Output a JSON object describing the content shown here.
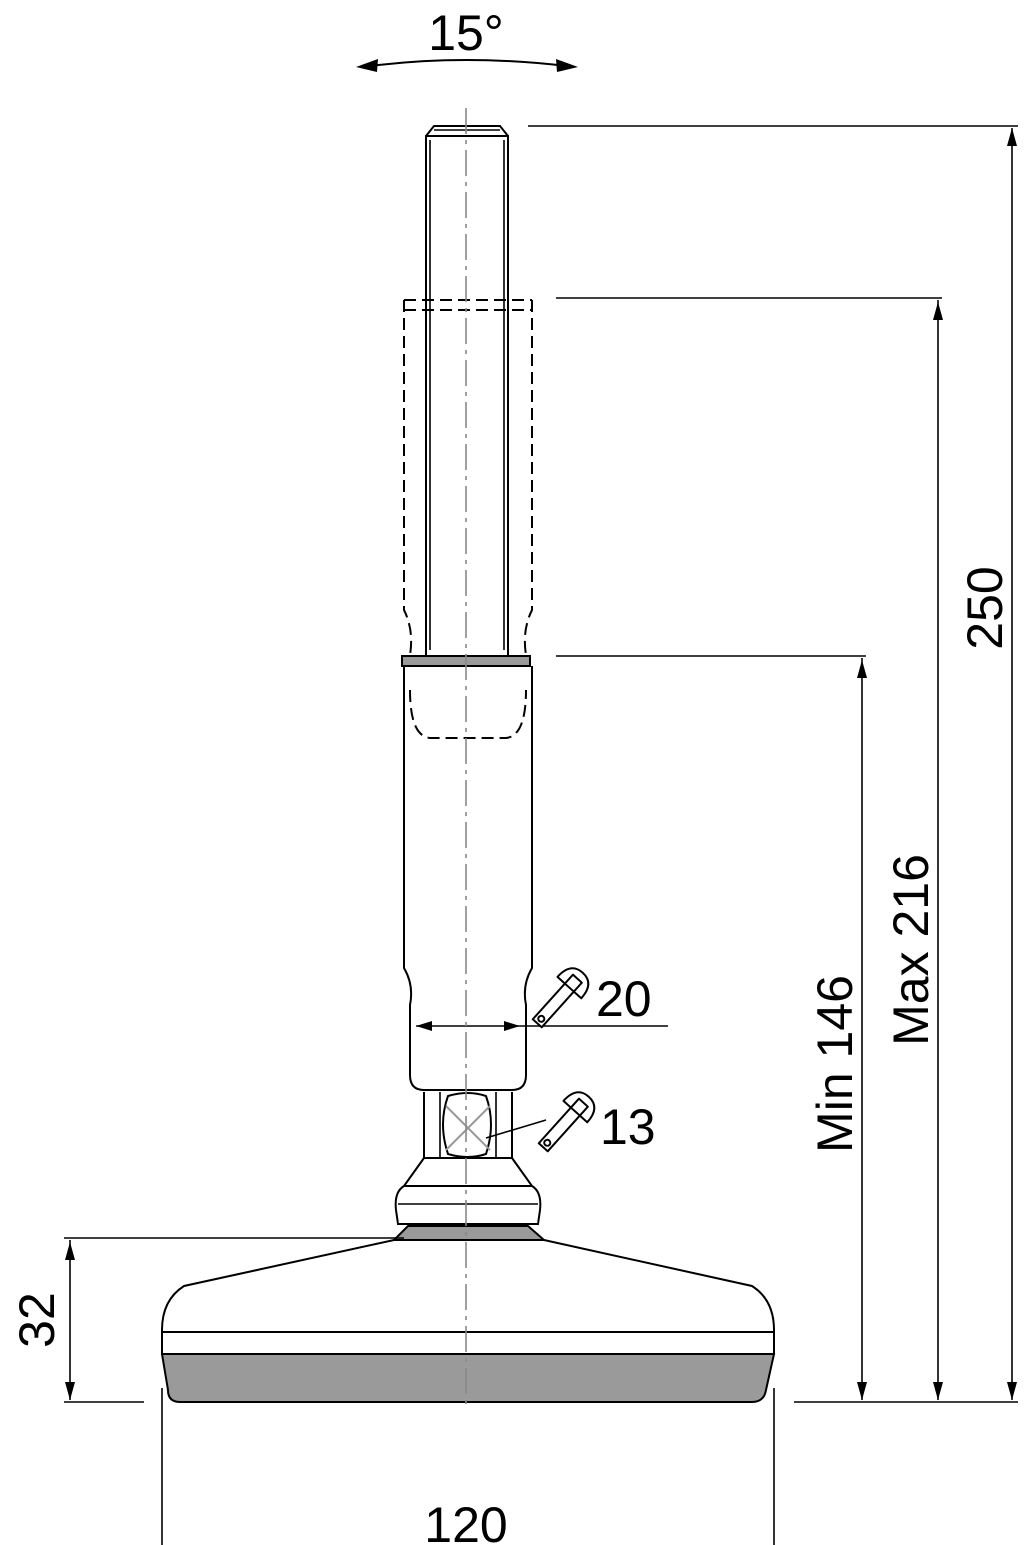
{
  "dimensions": {
    "angle": "15°",
    "total_height": "250",
    "max_height": "Max 216",
    "min_height": "Min 146",
    "wrench_upper": "20",
    "wrench_lower": "13",
    "base_height": "32",
    "base_width": "120"
  },
  "icons": {
    "wrench_upper": "wrench-icon",
    "wrench_lower": "wrench-icon"
  },
  "colors": {
    "line": "#000000",
    "pad": "#9a9a9a",
    "centerline": "#888888",
    "background": "#ffffff"
  }
}
